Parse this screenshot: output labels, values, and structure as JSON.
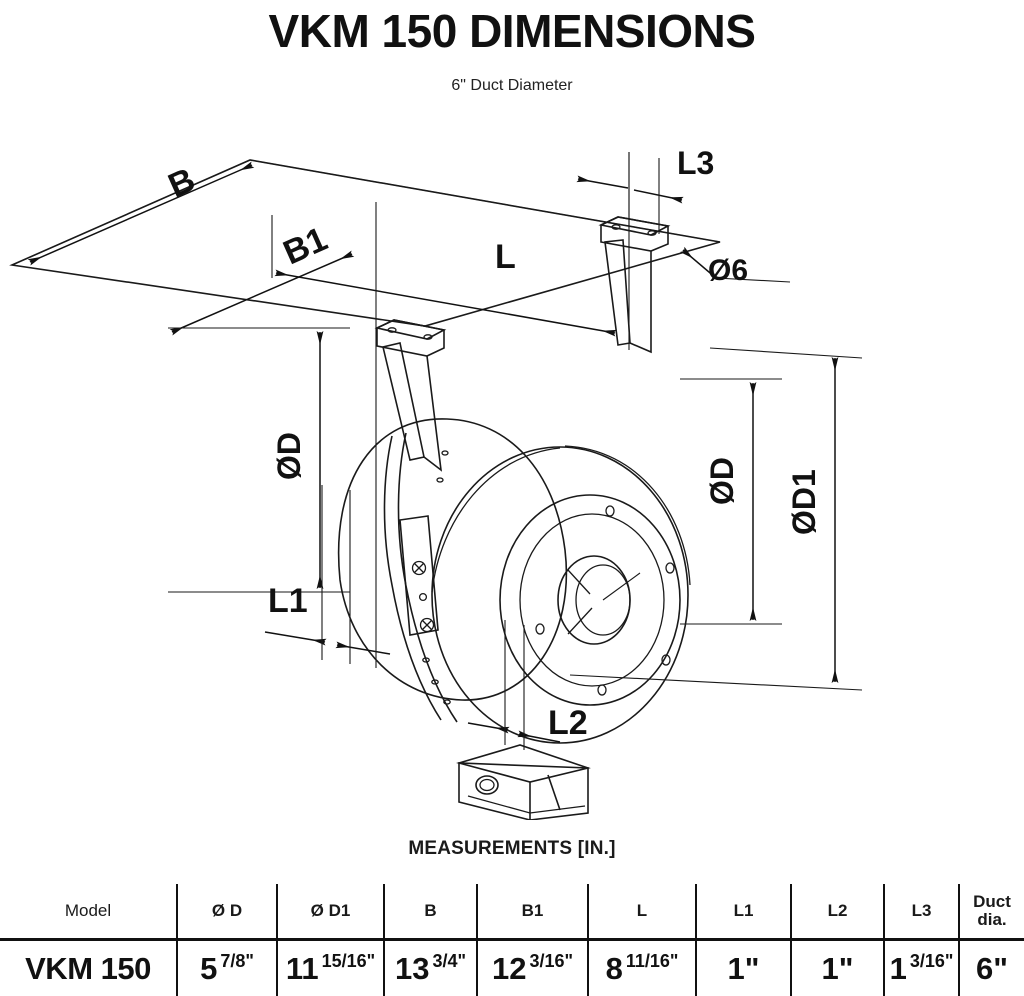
{
  "header": {
    "title": "VKM 150 DIMENSIONS",
    "subtitle": "6\" Duct Diameter"
  },
  "diagram": {
    "name": "vkm-150-inline-duct-fan-isometric-dimension-drawing",
    "labels": {
      "b": "B",
      "b1": "B1",
      "l": "L",
      "l3": "L3",
      "hole_dia": "Ø6",
      "d_left": "ØD",
      "d_right": "ØD",
      "d1_right": "ØD1",
      "l1": "L1",
      "l2": "L2"
    }
  },
  "measurements": {
    "title": "MEASUREMENTS [IN.]",
    "columns": [
      {
        "key": "model",
        "label": "Model"
      },
      {
        "key": "d",
        "label": "Ø D"
      },
      {
        "key": "d1",
        "label": "Ø D1"
      },
      {
        "key": "b",
        "label": "B"
      },
      {
        "key": "b1",
        "label": "B1"
      },
      {
        "key": "l",
        "label": "L"
      },
      {
        "key": "l1",
        "label": "L1"
      },
      {
        "key": "l2",
        "label": "L2"
      },
      {
        "key": "l3",
        "label": "L3"
      },
      {
        "key": "duct",
        "label_line1": "Duct",
        "label_line2": "dia."
      }
    ],
    "row": {
      "model": "VKM 150",
      "d": {
        "whole": "5",
        "frac": "7/8\""
      },
      "d1": {
        "whole": "11",
        "frac": "15/16\""
      },
      "b": {
        "whole": "13",
        "frac": "3/4\""
      },
      "b1": {
        "whole": "12",
        "frac": "3/16\""
      },
      "l": {
        "whole": "8",
        "frac": "11/16\""
      },
      "l1": {
        "solo": "1\""
      },
      "l2": {
        "solo": "1\""
      },
      "l3": {
        "whole": "1",
        "frac": "3/16\""
      },
      "duct": {
        "solo": "6\""
      }
    }
  },
  "colors": {
    "ink": "#111111",
    "line": "#1a1a1a",
    "background": "#ffffff"
  }
}
